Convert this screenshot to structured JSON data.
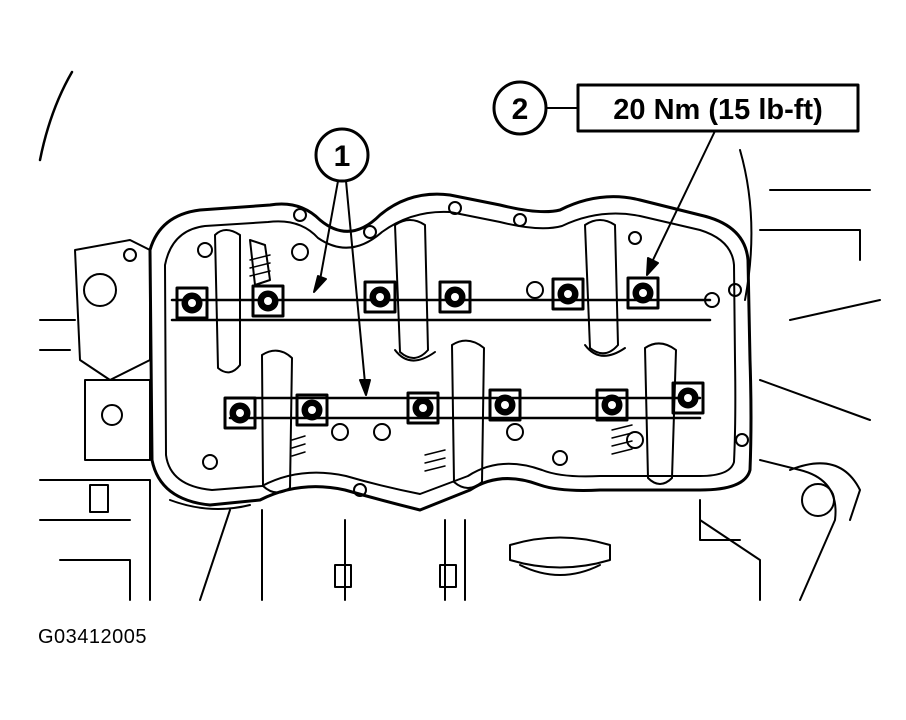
{
  "callouts": {
    "one": {
      "number": "1"
    },
    "two": {
      "number": "2",
      "spec": "20 Nm (15 lb-ft)"
    }
  },
  "figure_id": "G03412005",
  "colors": {
    "ink": "#000000",
    "paper": "#ffffff"
  }
}
